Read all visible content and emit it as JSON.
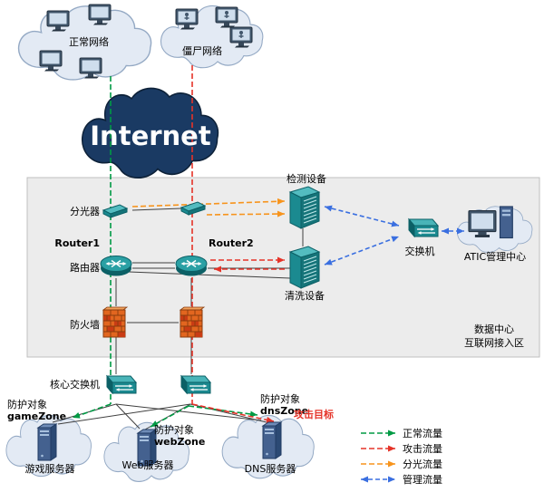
{
  "clouds": {
    "normal": {
      "label": "正常网络"
    },
    "botnet": {
      "label": "僵尸网络"
    },
    "internet": {
      "label": "Internet"
    },
    "game": {
      "label": "游戏服务器"
    },
    "web": {
      "label": "Web服务器"
    },
    "dns": {
      "label": "DNS服务器"
    }
  },
  "datacenter": {
    "splitter": "分光器",
    "detection": "检测设备",
    "router1": "Router1",
    "router1_cn": "路由器",
    "router2": "Router2",
    "cleaning": "清洗设备",
    "switch": "交换机",
    "atic": "ATIC管理中心",
    "firewall": "防火墙",
    "area_line1": "数据中心",
    "area_line2": "互联网接入区"
  },
  "access": {
    "core_switch": "核心交换机",
    "protect": "防护对象",
    "game_zone": "gameZone",
    "web_zone": "webZone",
    "dns_zone": "dnsZone",
    "attack_target": "攻击目标"
  },
  "legend": {
    "items": [
      {
        "label": "正常流量"
      },
      {
        "label": "攻击流量"
      },
      {
        "label": "分光流量"
      },
      {
        "label": "管理流量"
      }
    ]
  },
  "colors": {
    "normal": "#009a44",
    "attack": "#e53328",
    "split": "#f7941d",
    "mgmt": "#3a6fe0",
    "device_teal": "#1b8a90",
    "internet_navy": "#1a3a63"
  }
}
